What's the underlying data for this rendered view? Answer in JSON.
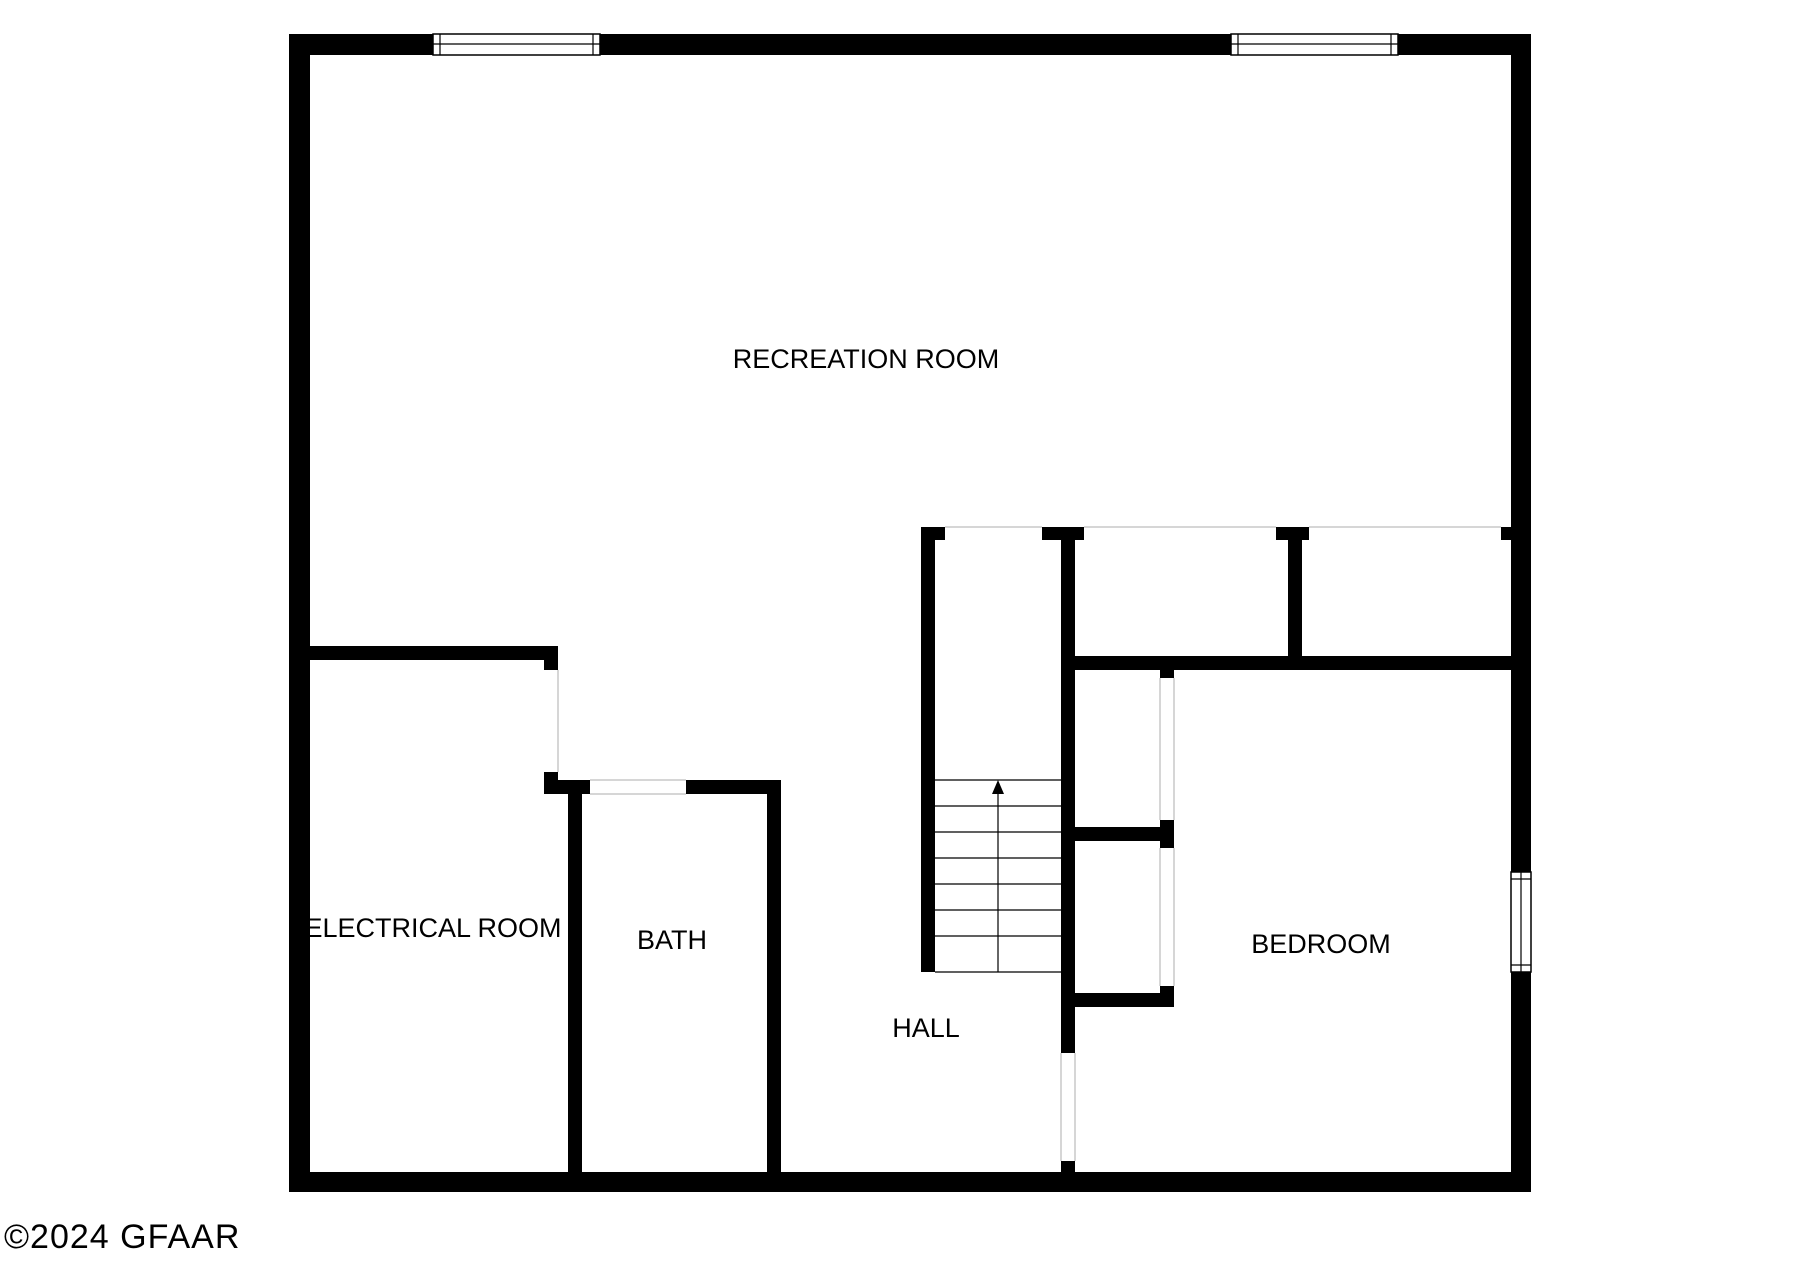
{
  "floor_plan": {
    "rooms": [
      {
        "key": "recreation",
        "label": "RECREATION ROOM"
      },
      {
        "key": "electrical",
        "label": "ELECTRICAL ROOM"
      },
      {
        "key": "bath",
        "label": "BATH"
      },
      {
        "key": "hall",
        "label": "HALL"
      },
      {
        "key": "bedroom",
        "label": "BEDROOM"
      }
    ],
    "stairs": {
      "direction": "up"
    },
    "watermark": "©2024 GFAAR"
  },
  "colors": {
    "wall": "#000000",
    "background": "#ffffff",
    "opening": "#ffffff"
  }
}
